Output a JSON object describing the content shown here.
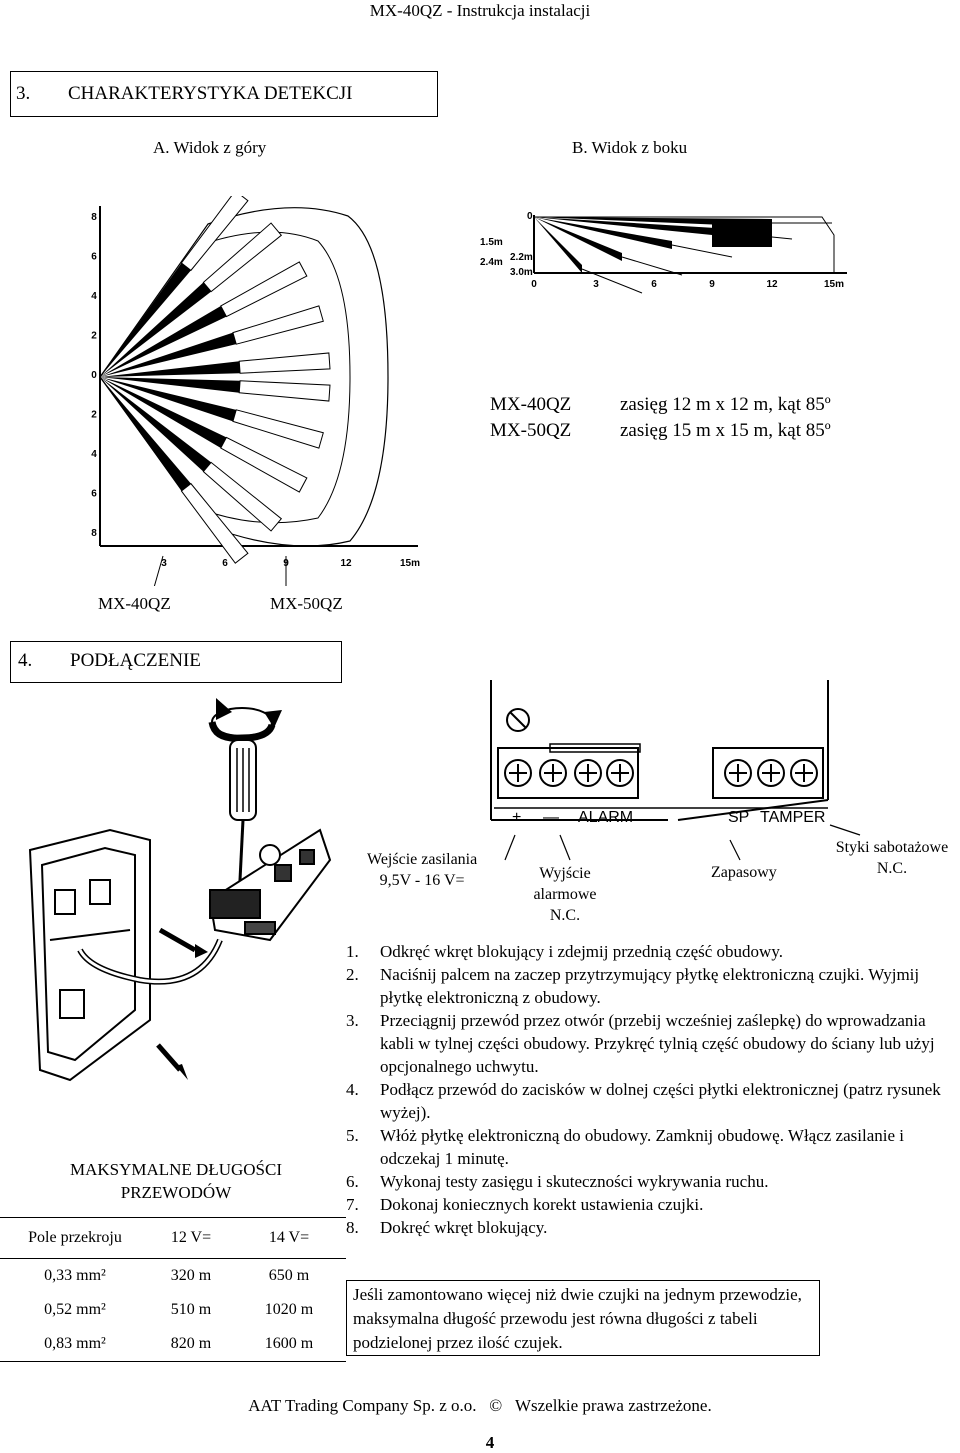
{
  "header": {
    "title": "MX-40QZ - Instrukcja instalacji"
  },
  "section3": {
    "number": "3.",
    "title": "CHARAKTERYSTYKA DETEKCJI",
    "view_a": "A.   Widok z góry",
    "view_b": "B.   Widok z boku"
  },
  "top_view": {
    "y_ticks": [
      "8",
      "6",
      "4",
      "2",
      "0",
      "2",
      "4",
      "6",
      "8"
    ],
    "x_ticks": [
      "3",
      "6",
      "9",
      "12",
      "15m"
    ]
  },
  "side_view": {
    "y_labels": [
      "0",
      "1.5m",
      "2.4m",
      "2.2m",
      "3.0m"
    ],
    "x_ticks": [
      "0",
      "3",
      "6",
      "9",
      "12",
      "15m"
    ]
  },
  "specs": [
    {
      "model": "MX-40QZ",
      "desc": "zasięg 12 m x 12 m, kąt 85º"
    },
    {
      "model": "MX-50QZ",
      "desc": "zasięg 15 m x 15 m, kąt 85º"
    }
  ],
  "model_labels": {
    "left": "MX-40QZ",
    "right": "MX-50QZ"
  },
  "section4": {
    "number": "4.",
    "title": "PODŁĄCZENIE"
  },
  "terminal_diagram": {
    "labels": [
      "+",
      "—",
      "ALARM",
      "SP",
      "TAMPER"
    ]
  },
  "wiring_labels": {
    "power": [
      "Wejście zasilania",
      "9,5V - 16 V="
    ],
    "alarm": [
      "Wyjście",
      "alarmowe",
      "N.C."
    ],
    "spare": "Zapasowy",
    "tamper": [
      "Styki sabotażowe",
      "N.C."
    ]
  },
  "steps": [
    {
      "n": "1.",
      "text": "Odkręć wkręt blokujący i zdejmij przednią część obudowy."
    },
    {
      "n": "2.",
      "text": "Naciśnij palcem na zaczep przytrzymujący płytkę elektroniczną czujki. Wyjmij płytkę elektroniczną z obudowy."
    },
    {
      "n": "3.",
      "text": "Przeciągnij przewód przez otwór (przebij wcześniej zaślepkę) do wprowadzania kabli w tylnej części obudowy. Przykręć tylnią część obudowy do ściany lub użyj opcjonalnego uchwytu."
    },
    {
      "n": "4.",
      "text": "Podłącz przewód do zacisków w dolnej części płytki elektronicznej (patrz rysunek wyżej)."
    },
    {
      "n": "5.",
      "text": "Włóż płytkę elektroniczną do obudowy. Zamknij obudowę. Włącz zasilanie i odczekaj 1 minutę."
    },
    {
      "n": "6.",
      "text": "Wykonaj testy zasięgu i  skuteczności wykrywania ruchu."
    },
    {
      "n": "7.",
      "text": "Dokonaj koniecznych korekt ustawienia czujki."
    },
    {
      "n": "8.",
      "text": "Dokręć wkręt blokujący."
    }
  ],
  "note": "Jeśli zamontowano więcej niż dwie czujki na jednym przewodzie, maksymalna długość przewodu jest równa długości z tabeli podzielonej przez ilość czujek.",
  "wire_table": {
    "title_line1": "MAKSYMALNE DŁUGOŚCI",
    "title_line2": "PRZEWODÓW",
    "headers": [
      "Pole przekroju",
      "12 V=",
      "14 V="
    ],
    "rows": [
      [
        "0,33 mm²",
        "320 m",
        "650 m"
      ],
      [
        "0,52 mm²",
        "510 m",
        "1020 m"
      ],
      [
        "0,83 mm²",
        "820 m",
        "1600 m"
      ]
    ]
  },
  "footer": {
    "company": "AAT Trading Company Sp. z o.o.",
    "copyright": "©",
    "rights": "Wszelkie prawa zastrzeżone.",
    "page": "4"
  }
}
